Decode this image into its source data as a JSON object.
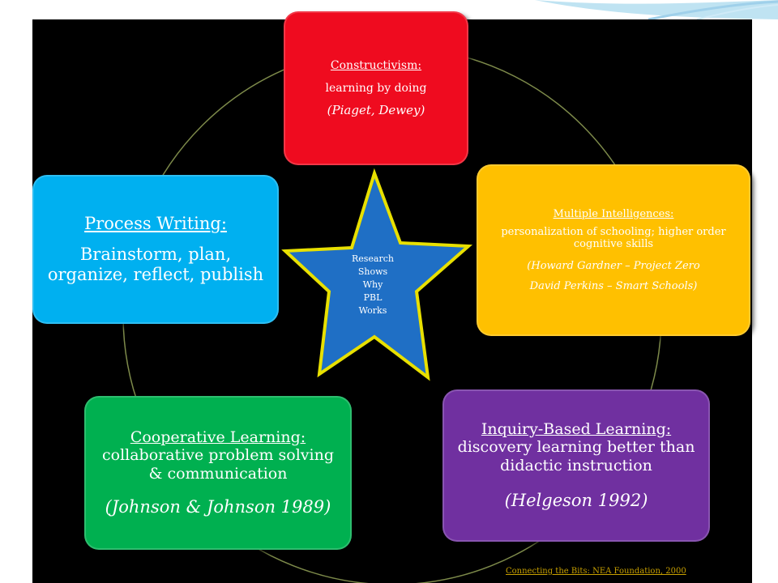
{
  "boxes": {
    "constructivism": {
      "heading": "Constructivism:",
      "line1": "learning by doing",
      "line2": "(Piaget, Dewey)"
    },
    "multiple_intelligences": {
      "heading": "Multiple Intelligences:",
      "line1": "personalization of schooling; higher order cognitive skills",
      "line2": "(Howard Gardner – Project Zero",
      "line3": "David Perkins – Smart Schools)"
    },
    "inquiry": {
      "heading": "Inquiry-Based Learning:",
      "line1": "discovery learning better than didactic instruction",
      "line2": "(Helgeson 1992)"
    },
    "cooperative": {
      "heading": "Cooperative Learning:",
      "line1": "collaborative problem solving & communication",
      "line2": "(Johnson & Johnson 1989)"
    },
    "process_writing": {
      "heading": "Process Writing:",
      "line1": "Brainstorm, plan, organize, reflect, publish"
    }
  },
  "star": {
    "lines": [
      "Research",
      "Shows",
      "Why",
      "PBL",
      "Works"
    ]
  },
  "credit": "Connecting the Bits: NEA Foundation, 2000",
  "colors": {
    "constructivism": "#ef0b1f",
    "multiple_intelligences": "#ffc000",
    "inquiry": "#7030a0",
    "cooperative": "#00b050",
    "process_writing": "#00b0f0",
    "star_fill": "#1f6fc5",
    "star_stroke": "#e8e000"
  }
}
